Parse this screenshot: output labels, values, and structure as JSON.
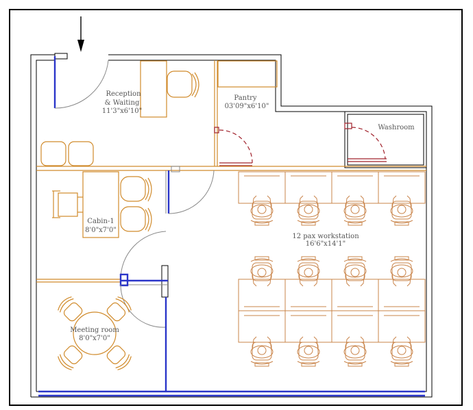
{
  "rooms": {
    "reception": {
      "line1": "Reception",
      "line2": "& Waiting",
      "dims": "11'3\"x6'10\""
    },
    "pantry": {
      "name": "Pantry",
      "dims": "03'09\"x6'10\""
    },
    "washroom": {
      "name": "Washroom"
    },
    "cabin": {
      "name": "Cabin-1",
      "dims": "8'0\"x7'0\""
    },
    "workstation": {
      "name": "12 pax workstation",
      "dims": "16'6\"x14'1\""
    },
    "meeting": {
      "name": "Meeting room",
      "dims": "8'0\"x7'0\""
    }
  },
  "colors": {
    "wall": "#000000",
    "furniture": "#d08a2a",
    "workstation": "#c9844a",
    "glass": "#2a35c9",
    "pantry_door": "#a0202a"
  },
  "icons": [
    "entry-arrow-icon"
  ]
}
